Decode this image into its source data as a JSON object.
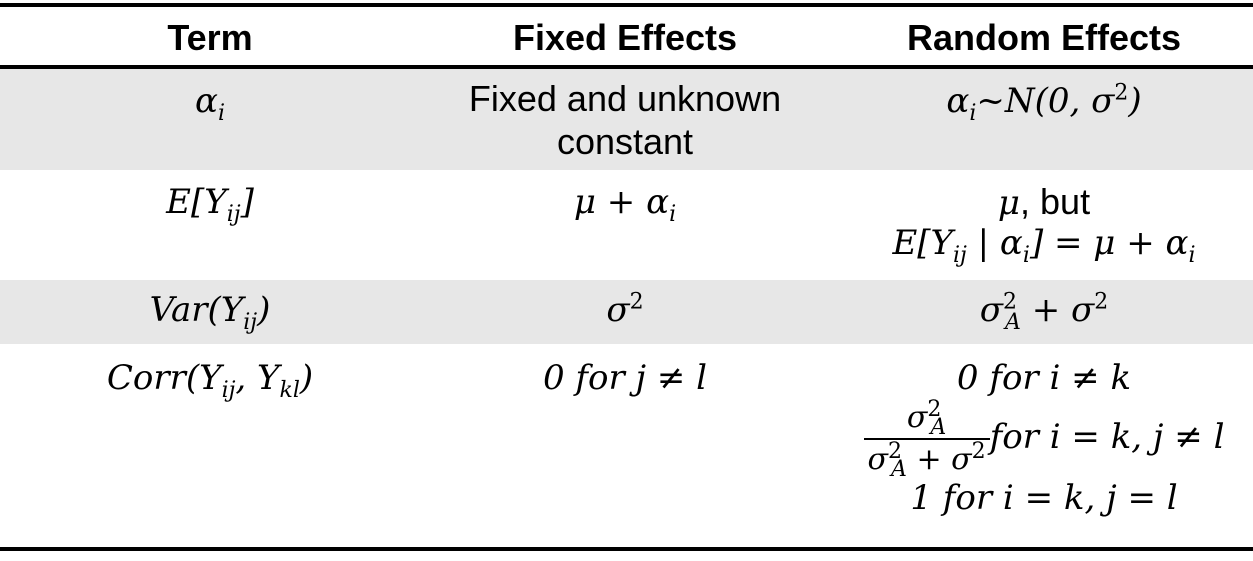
{
  "headers": {
    "term": "Term",
    "fixed": "Fixed Effects",
    "random": "Random Effects"
  },
  "rows": [
    {
      "term": "α",
      "term_sub": "i",
      "fixed_line1": "Fixed and unknown",
      "fixed_line2": "constant",
      "random_a": "α",
      "random_sub": "i",
      "random_b": "~N(0, σ",
      "random_sup": "2",
      "random_c": ")"
    },
    {
      "term_a": "E[Y",
      "term_sub": "ij",
      "term_b": "]",
      "fixed_a": "μ + α",
      "fixed_sub": "i",
      "random_line1_math": "μ",
      "random_line1_text": ", but",
      "random_line2_a": "E[Y",
      "random_line2_sub1": "ij",
      "random_line2_b": " | α",
      "random_line2_sub2": "i",
      "random_line2_c": "] = μ + α",
      "random_line2_sub3": "i"
    },
    {
      "term_a": "Var(Y",
      "term_sub": "ij",
      "term_b": ")",
      "fixed_a": "σ",
      "fixed_sup": "2",
      "random_a": "σ",
      "random_sup1": "2",
      "random_sub1": "A",
      "random_b": " + σ",
      "random_sup2": "2"
    },
    {
      "term_a": "Corr(Y",
      "term_sub1": "ij",
      "term_b": ", Y",
      "term_sub2": "kl",
      "term_c": ")",
      "fixed": "0 for j ≠ l",
      "random_line1": "0 for i ≠ k",
      "random_frac_num_a": "σ",
      "random_frac_num_sup": "2",
      "random_frac_num_sub": "A",
      "random_frac_den_a": "σ",
      "random_frac_den_sup": "2",
      "random_frac_den_sub": "A",
      "random_frac_den_b": " + σ",
      "random_frac_den_sup2": "2",
      "random_line2_tail": "for i = k, j ≠ l",
      "random_line3": "1 for i = k, j = l"
    }
  ]
}
